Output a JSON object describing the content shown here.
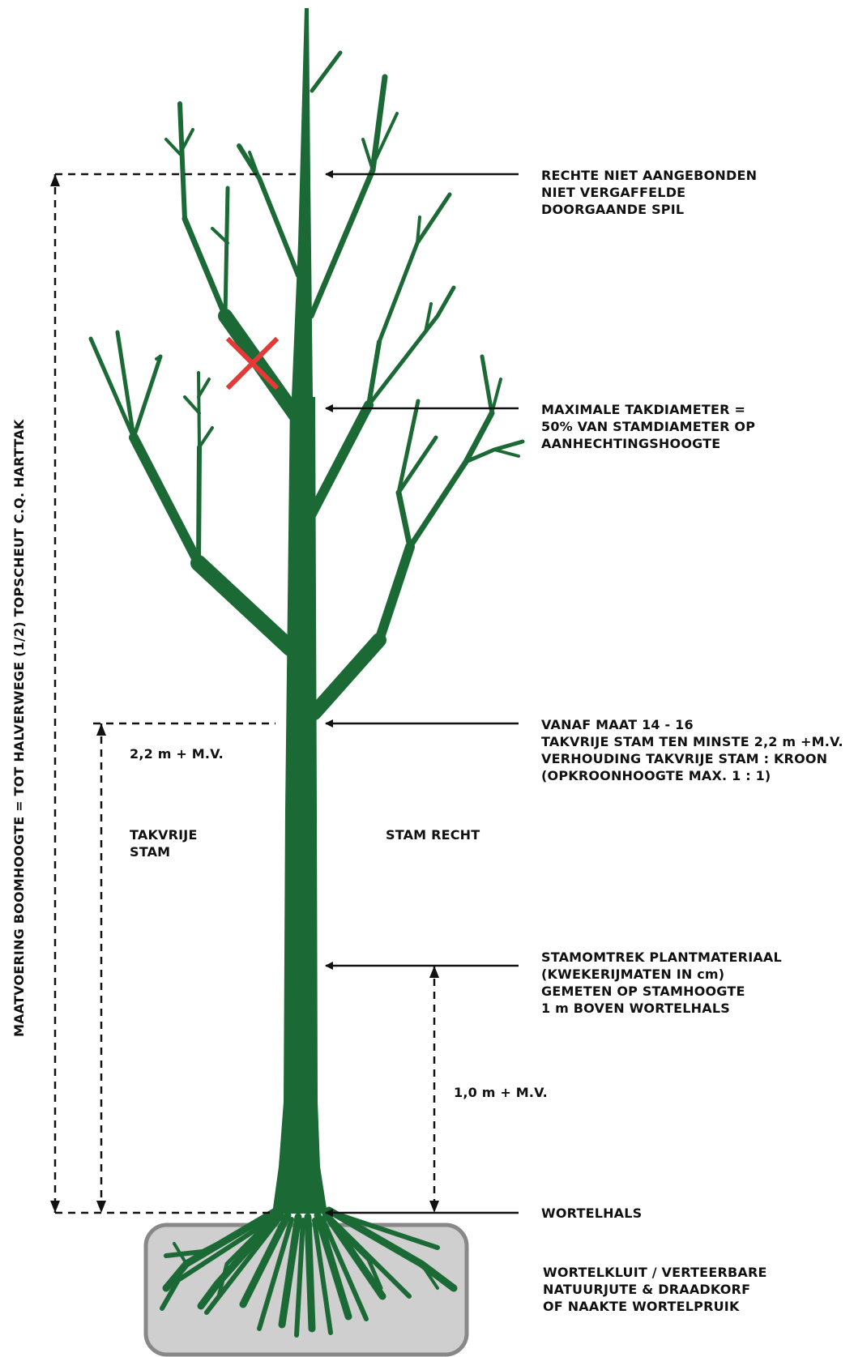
{
  "colors": {
    "tree": "#1b6a36",
    "cross": "#e53935",
    "rootball_fill": "#cfcfcf",
    "rootball_stroke": "#888888",
    "lines": "#111111"
  },
  "annotations": {
    "top_spil": "RECHTE NIET AANGEBONDEN\nNIET VERGAFFELDE\nDOORGAANDE SPIL",
    "takdiameter": "MAXIMALE TAKDIAMETER =\n50% VAN STAMDIAMETER OP\nAANHECHTINGSHOOGTE",
    "vanaf_maat": "VANAF MAAT 14 - 16\nTAKVRIJE STAM TEN MINSTE 2,2 m +M.V.\nVERHOUDING TAKVRIJE STAM : KROON\n(OPKROONHOOGTE MAX. 1 : 1)",
    "stamomtrek": "STAMOMTREK PLANTMATERIAAL\n(KWEKERIJMATEN IN cm)\nGEMETEN OP STAMHOOGTE\n1 m BOVEN WORTELHALS",
    "wortelhals": "WORTELHALS",
    "wortelkluit": "WORTELKLUIT / VERTEERBARE\nNATUURJUTE & DRAADKORF\nOF NAAKTE WORTELPRUIK"
  },
  "measures": {
    "height_22": "2,2 m + M.V.",
    "takvrije_stam": "TAKVRIJE\nSTAM",
    "stam_recht": "STAM RECHT",
    "height_10": "1,0 m + M.V.",
    "boomhoogte": "MAATVOERING BOOMHOOGTE = TOT HALVERWEGE (1/2) TOPSCHEUT C.Q. HARTTAK"
  }
}
